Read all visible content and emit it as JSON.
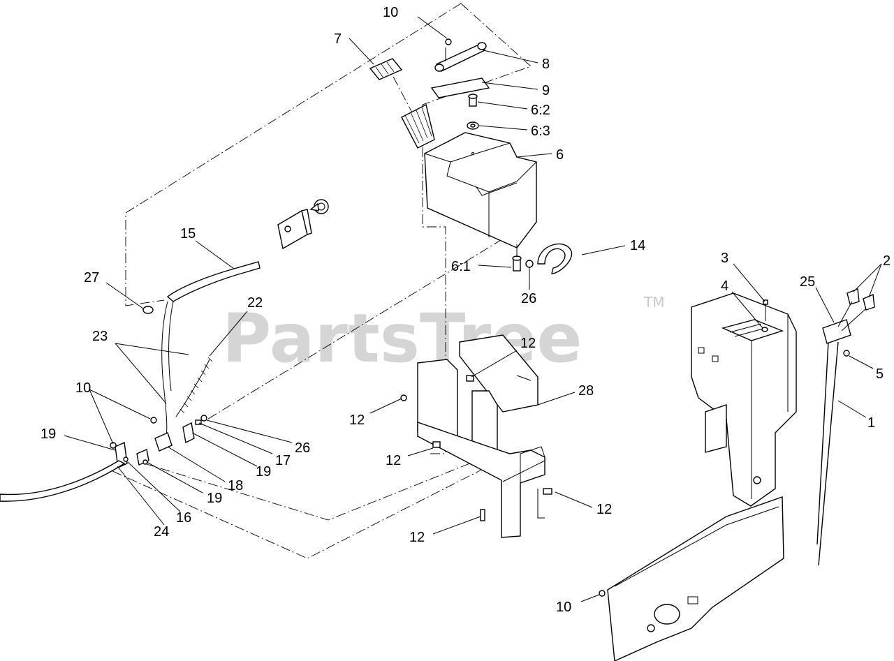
{
  "watermark": {
    "brand": "PartsTree",
    "trademark": "TM"
  },
  "callouts": {
    "c10a": "10",
    "c7": "7",
    "c8": "8",
    "c9": "9",
    "c6_2": "6:2",
    "c6_3": "6:3",
    "c6": "6",
    "c15": "15",
    "c14": "14",
    "c6_1": "6:1",
    "c26a": "26",
    "c27": "27",
    "c3": "3",
    "c4": "4",
    "c25": "25",
    "c2": "2",
    "c5": "5",
    "c1": "1",
    "c22": "22",
    "c23": "23",
    "c12a": "12",
    "c28": "28",
    "c10b": "10",
    "c19a": "19",
    "c12b": "12",
    "c26b": "26",
    "c17": "17",
    "c19b": "19",
    "c18": "18",
    "c12c": "12",
    "c19c": "19",
    "c16": "16",
    "c24": "24",
    "c12d": "12",
    "c12e": "12",
    "c10c": "10"
  }
}
